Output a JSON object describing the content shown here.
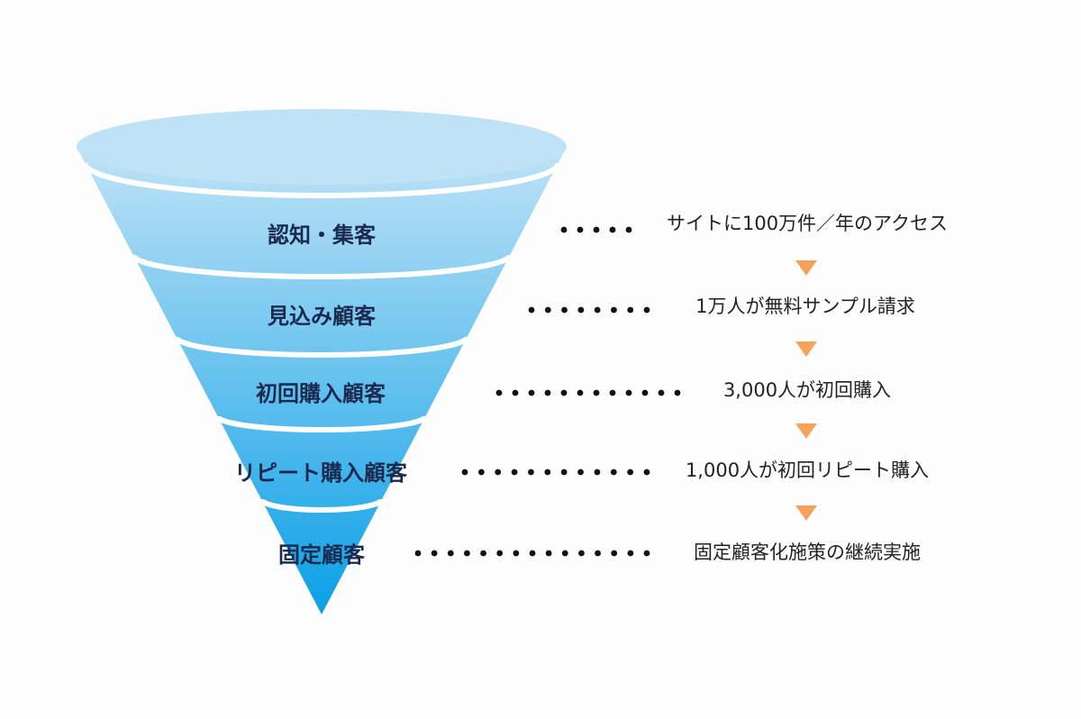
{
  "colors": {
    "funnel_top": "#bfe2f6",
    "funnel_bottom": "#0aa0e6",
    "separator": "#ffffff",
    "label_text": "#1a2a4f",
    "arrow": "#f5a35a",
    "dots": "#111111"
  },
  "stages": [
    {
      "label": "認知・集客",
      "description": "サイトに100万件／年のアクセス"
    },
    {
      "label": "見込み顧客",
      "description": "1万人が無料サンプル請求"
    },
    {
      "label": "初回購入顧客",
      "description": "3,000人が初回購入"
    },
    {
      "label": "リピート購入顧客",
      "description": "1,000人が初回リピート購入"
    },
    {
      "label": "固定顧客",
      "description": "固定顧客化施策の継続実施"
    }
  ],
  "connector_icon": "dotted-leader",
  "arrow_icon": "down-triangle-arrow-icon"
}
